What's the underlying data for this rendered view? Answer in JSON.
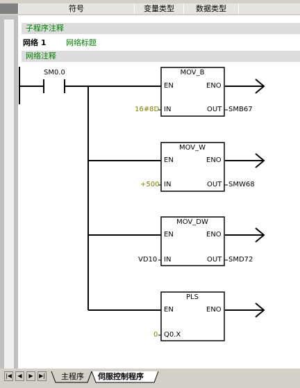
{
  "header": {
    "col_symbol": "符号",
    "col_var_type": "变量类型",
    "col_data_type": "数据类型"
  },
  "editor": {
    "subroutine_comment": "子程序注释",
    "network_label": "网络 1",
    "network_title": "网络标题",
    "network_comment": "网络注释",
    "contact_address": "SM0.0",
    "blocks": [
      {
        "name": "MOV_B",
        "en": "EN",
        "eno": "ENO",
        "in_pin": "IN",
        "out_pin": "OUT",
        "in_value": "16#8D",
        "out_value": "SMB67"
      },
      {
        "name": "MOV_W",
        "en": "EN",
        "eno": "ENO",
        "in_pin": "IN",
        "out_pin": "OUT",
        "in_value": "+500",
        "out_value": "SMW68"
      },
      {
        "name": "MOV_DW",
        "en": "EN",
        "eno": "ENO",
        "in_pin": "IN",
        "out_pin": "OUT",
        "in_value": "VD10",
        "out_value": "SMD72"
      },
      {
        "name": "PLS",
        "en": "EN",
        "eno": "ENO",
        "in_pin": "Q0.X",
        "in_value": "0"
      }
    ]
  },
  "tabs": {
    "items": [
      "主程序",
      "伺服控制程序"
    ],
    "active": "伺服控制程序"
  },
  "nav_icons": [
    "first-page-icon",
    "prev-page-icon",
    "next-page-icon",
    "last-page-icon"
  ]
}
